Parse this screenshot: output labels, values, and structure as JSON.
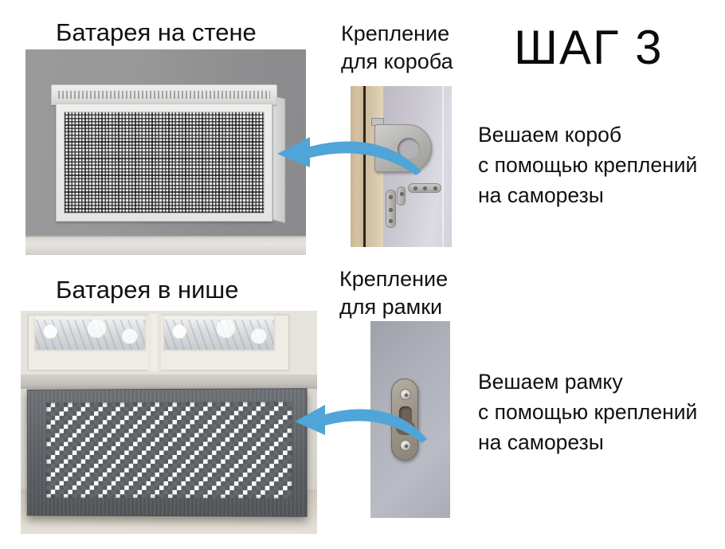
{
  "step": {
    "title": "ШАГ 3"
  },
  "sections": [
    {
      "heading": "Батарея на стене",
      "bracket_caption_line1": "Крепление",
      "bracket_caption_line2": "для короба",
      "text_line1": "Вешаем короб",
      "text_line2": "с помощью креплений",
      "text_line3": "на саморезы",
      "photo_name": "radiator-cover-on-wall-photo",
      "bracket_photo_name": "box-bracket-photo",
      "arrow_name": "arrow-to-box"
    },
    {
      "heading": "Батарея в нише",
      "bracket_caption_line1": "Крепление",
      "bracket_caption_line2": "для рамки",
      "text_line1": "Вешаем рамку",
      "text_line2": "с помощью креплений",
      "text_line3": "на саморезы",
      "photo_name": "radiator-screen-in-niche-photo",
      "bracket_photo_name": "frame-bracket-photo",
      "arrow_name": "arrow-to-frame"
    }
  ],
  "colors": {
    "arrow": "#4FA4D8",
    "text": "#111111",
    "background": "#FFFFFF",
    "wall_gray": "#959597",
    "screen_gray": "#5D6165"
  }
}
